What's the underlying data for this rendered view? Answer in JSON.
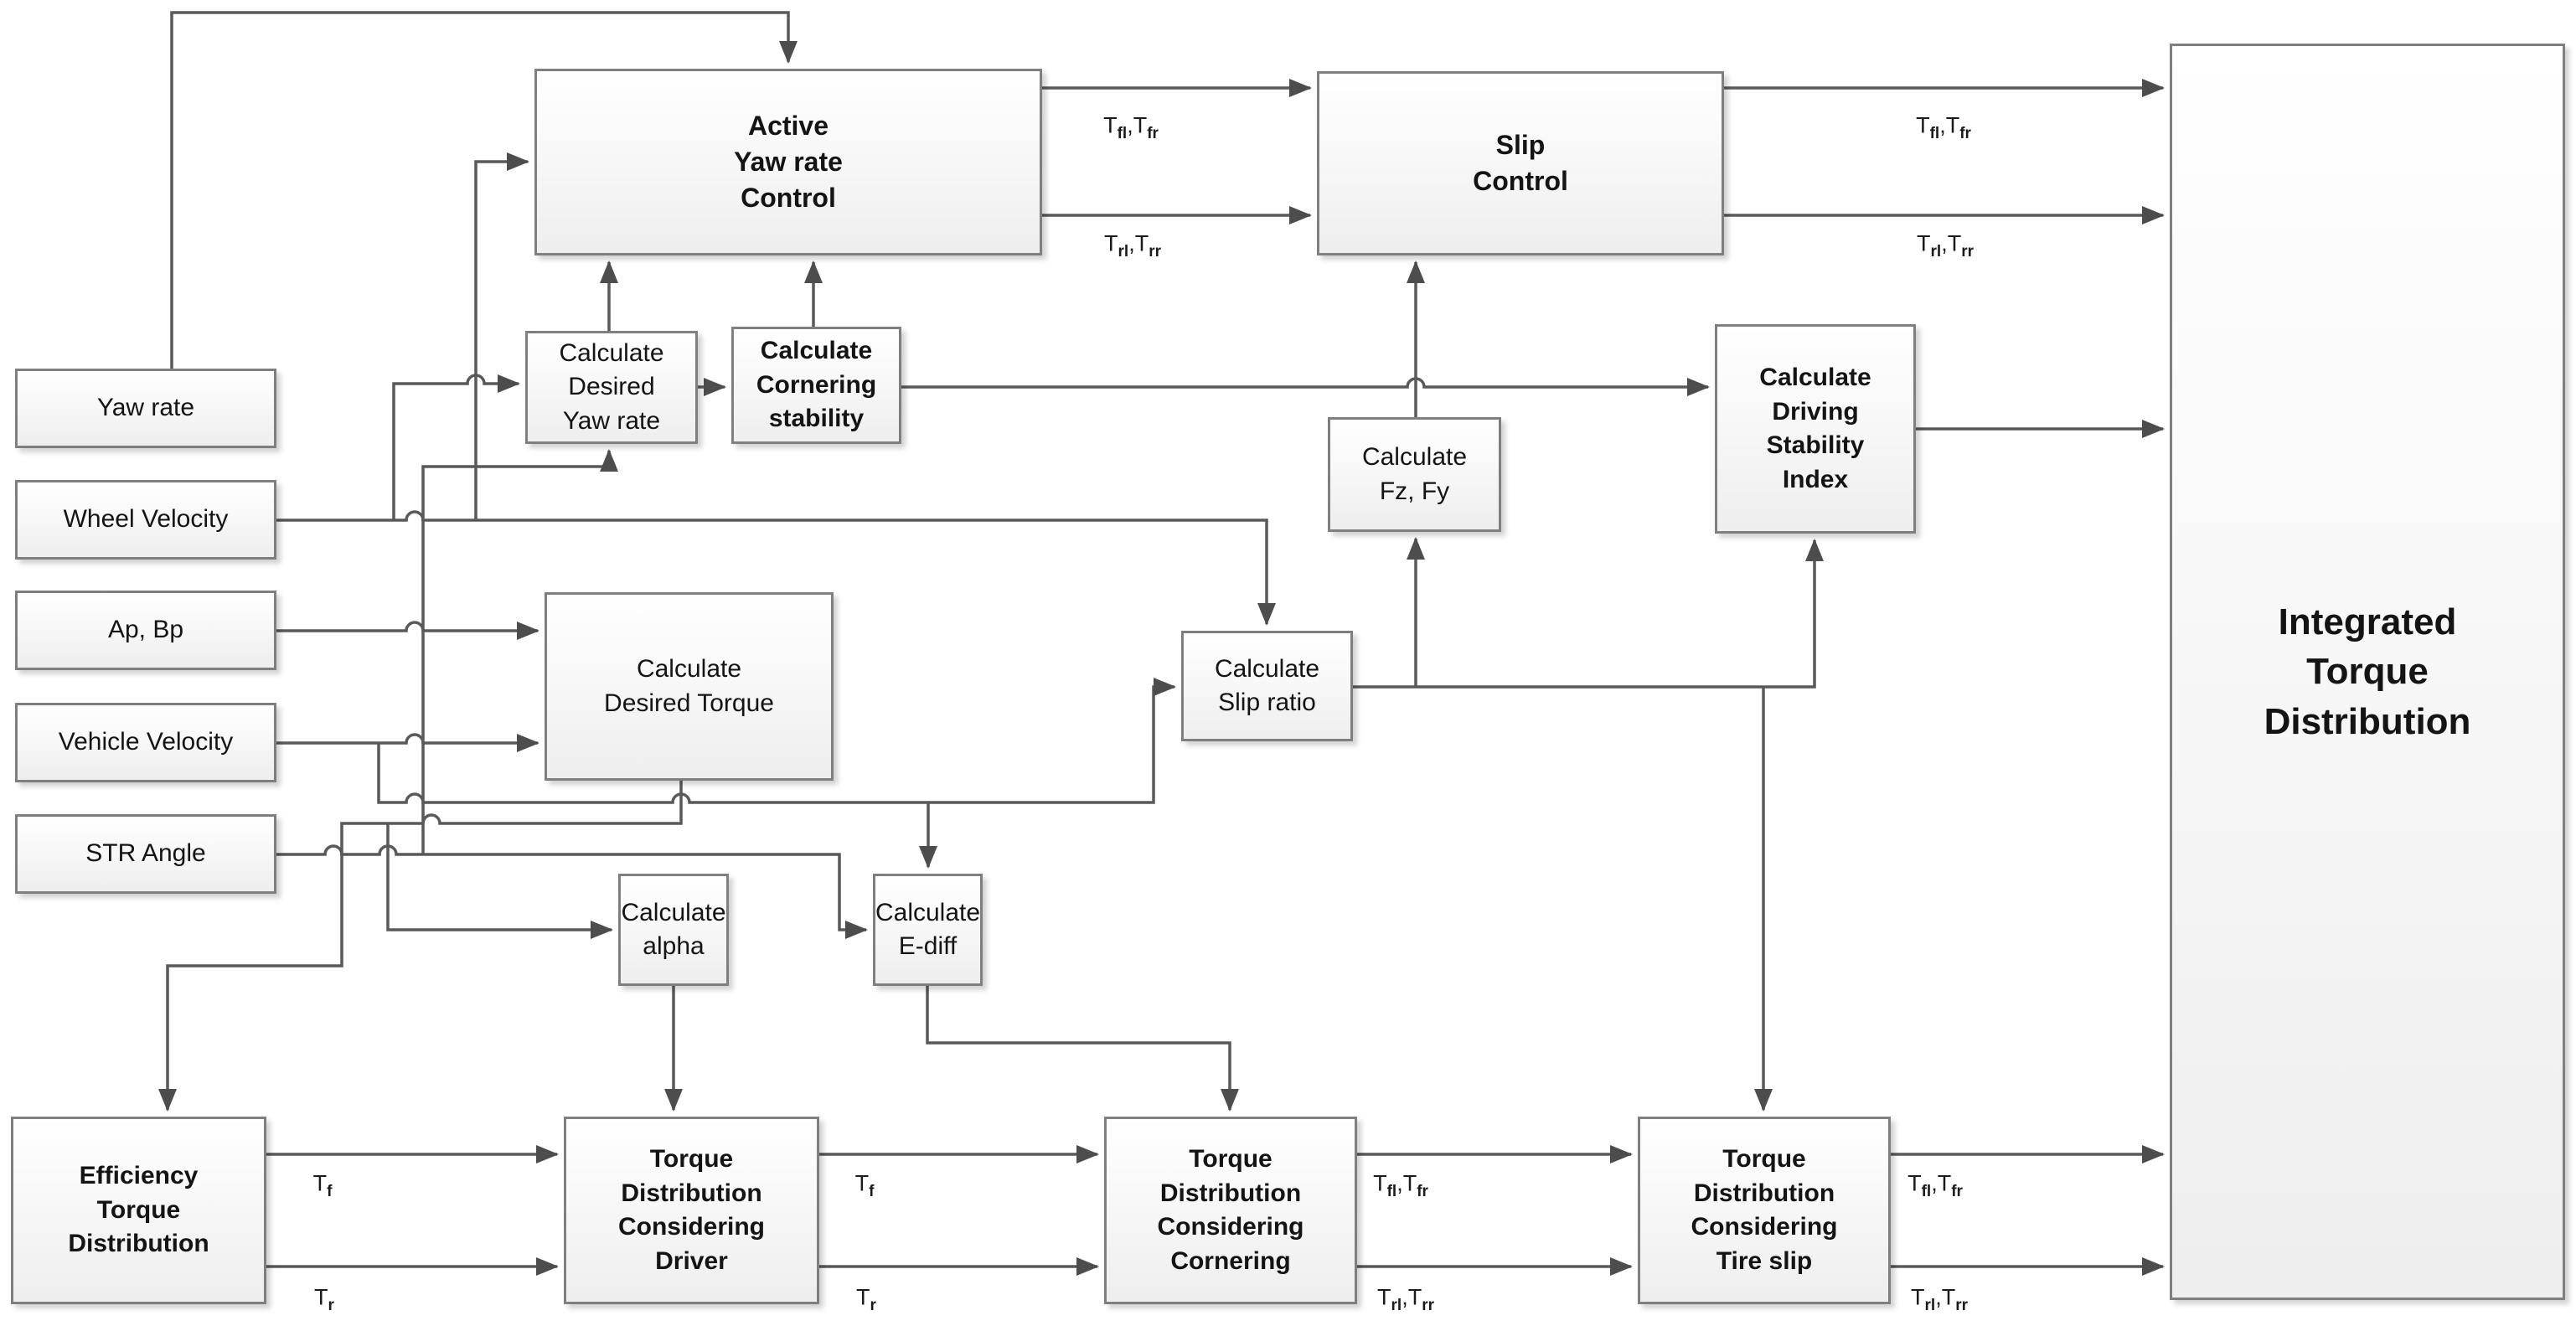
{
  "inputs": {
    "yaw_rate": {
      "label": "Yaw rate"
    },
    "wheel_velocity": {
      "label": "Wheel  Velocity"
    },
    "ap_bp": {
      "label": "Ap, Bp"
    },
    "vehicle_velocity": {
      "label": "Vehicle Velocity"
    },
    "str_angle": {
      "label": "STR Angle"
    }
  },
  "blocks": {
    "active_yaw": {
      "label": "Active\nYaw rate\nControl"
    },
    "slip_control": {
      "label": "Slip\nControl"
    },
    "calc_desired_yaw": {
      "label": "Calculate\nDesired\nYaw rate"
    },
    "calc_cornering": {
      "label": "Calculate\nCornering\nstability"
    },
    "calc_fz_fy": {
      "label": "Calculate\nFz, Fy"
    },
    "calc_dsi": {
      "label": "Calculate\nDriving\nStability\nIndex"
    },
    "calc_desired_torque": {
      "label": "Calculate\nDesired Torque"
    },
    "calc_slip_ratio": {
      "label": "Calculate\nSlip ratio"
    },
    "calc_alpha": {
      "label": "Calculate\nalpha"
    },
    "calc_ediff": {
      "label": "Calculate\nE-diff"
    },
    "efficiency": {
      "label": "Efficiency\nTorque\nDistribution"
    },
    "dist_driver": {
      "label": "Torque\nDistribution\nConsidering\nDriver"
    },
    "dist_cornering": {
      "label": "Torque\nDistribution\nConsidering\nCornering"
    },
    "dist_tire_slip": {
      "label": "Torque\nDistribution\nConsidering\nTire slip"
    },
    "integrated": {
      "label": "Integrated\nTorque\nDistribution"
    }
  },
  "edge_labels": {
    "front_pair": {
      "base": "T",
      "sub1": "fl",
      "mid": ",T",
      "sub2": "fr"
    },
    "rear_pair": {
      "base": "T",
      "sub1": "rl",
      "mid": ",T",
      "sub2": "rr"
    },
    "front": {
      "base": "T",
      "sub1": "f"
    },
    "rear": {
      "base": "T",
      "sub1": "r"
    }
  },
  "colors": {
    "line": "#595959",
    "box_border": "#7f7f7f",
    "box_fill": "#f4f4f4",
    "text": "#141414"
  }
}
